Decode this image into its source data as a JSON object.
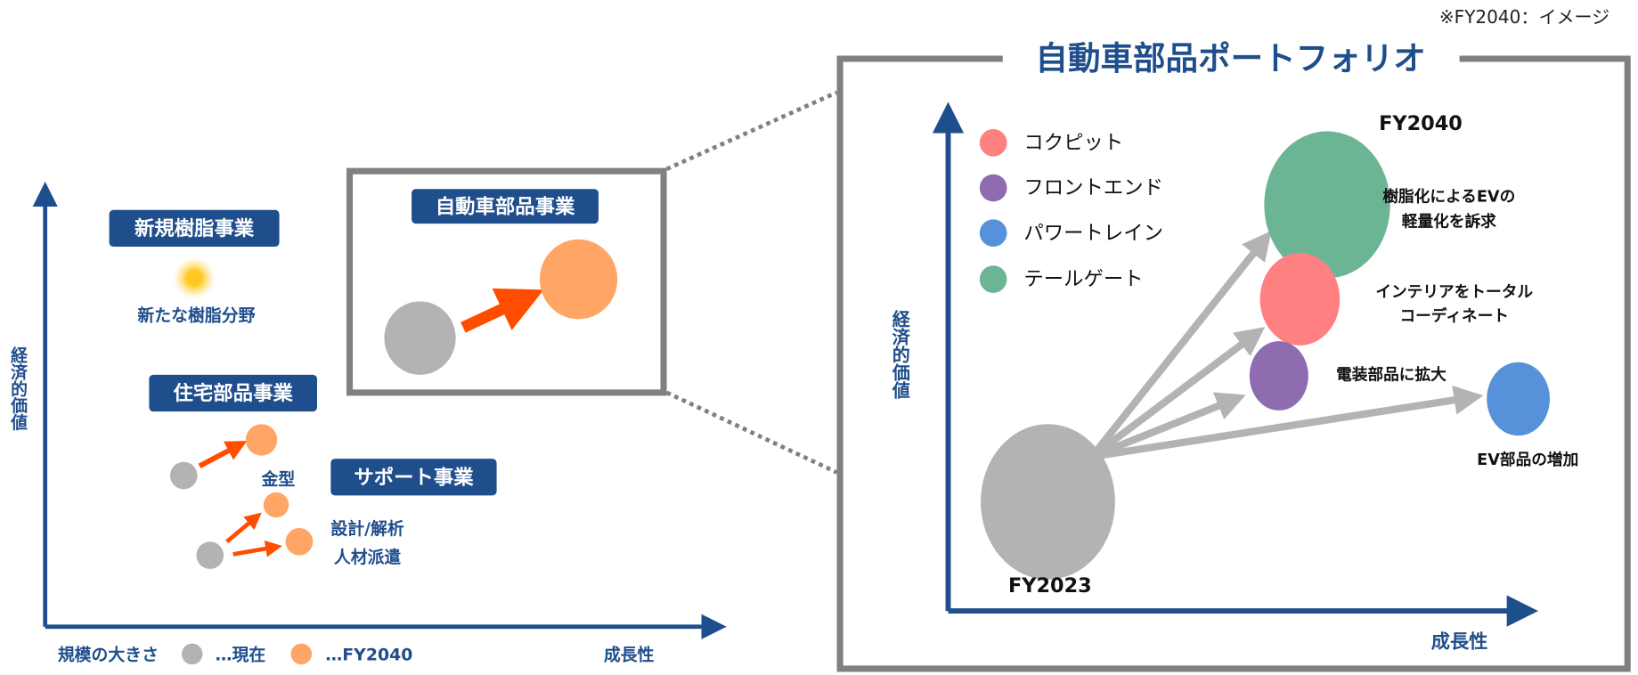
{
  "note": "※FY2040：イメージ",
  "overview": {
    "y_axis_label": "経済的価値",
    "x_axis_label": "成長性",
    "legend": {
      "size_label": "規模の大きさ",
      "current_label": "…現在",
      "future_label": "…FY2040"
    },
    "businesses": {
      "new_resin": {
        "title": "新規樹脂事業",
        "caption": "新たな樹脂分野"
      },
      "housing": {
        "title": "住宅部品事業",
        "caption": "金型"
      },
      "support": {
        "title": "サポート事業",
        "caption_1": "設計/解析",
        "caption_2": "人材派遣"
      },
      "auto": {
        "title": "自動車部品事業"
      }
    }
  },
  "portfolio": {
    "title": "自動車部品ポートフォリオ",
    "y_axis_label": "経済的価値",
    "x_axis_label": "成長性",
    "legend": [
      {
        "label": "コクピット",
        "color": "#ff8080"
      },
      {
        "label": "フロントエンド",
        "color": "#8f6bb0"
      },
      {
        "label": "パワートレイン",
        "color": "#5691d9"
      },
      {
        "label": "テールゲート",
        "color": "#6bb594"
      }
    ],
    "start_label": "FY2023",
    "end_label": "FY2040",
    "bubbles": {
      "tailgate": {
        "line1": "樹脂化によるEVの",
        "line2": "軽量化を訴求"
      },
      "cockpit": {
        "line1": "インテリアをトータル",
        "line2": "コーディネート"
      },
      "frontend": {
        "line1": "電装部品に拡大"
      },
      "powertrain": {
        "line1": "EV部品の増加"
      }
    }
  },
  "colors": {
    "navy": "#1f4e8c",
    "current": "#b3b3b3",
    "future": "#ffa566",
    "arrow": "#ff4d00",
    "frame": "#808080"
  }
}
